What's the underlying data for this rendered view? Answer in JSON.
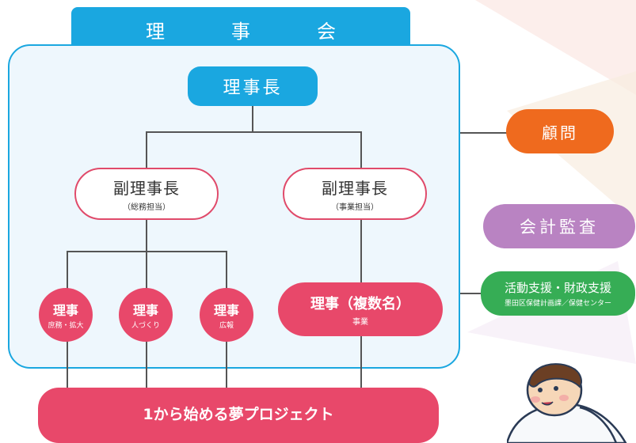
{
  "board": {
    "title": "理　事　会"
  },
  "chairman": {
    "label": "理事長"
  },
  "vice_chairs": [
    {
      "title": "副理事長",
      "role": "（総務担当）"
    },
    {
      "title": "副理事長",
      "role": "（事業担当）"
    }
  ],
  "directors": [
    {
      "title": "理事",
      "role": "庶務・拡大"
    },
    {
      "title": "理事",
      "role": "人づくり"
    },
    {
      "title": "理事",
      "role": "広報"
    }
  ],
  "director_multi": {
    "title": "理事（複数名）",
    "role": "事業"
  },
  "project": {
    "label": "1から始める夢プロジェクト"
  },
  "advisor": {
    "label": "顧問"
  },
  "audit": {
    "label": "会計監査"
  },
  "support": {
    "title": "活動支援・財政支援",
    "subtitle": "墨田区保健計画課／保健センター"
  },
  "colors": {
    "board_blue": "#1aa7e0",
    "board_bg": "#eef7fd",
    "pink": "#e8486a",
    "advisor_orange": "#ef6a1e",
    "audit_purple": "#b983c2",
    "support_green": "#36ad55"
  }
}
